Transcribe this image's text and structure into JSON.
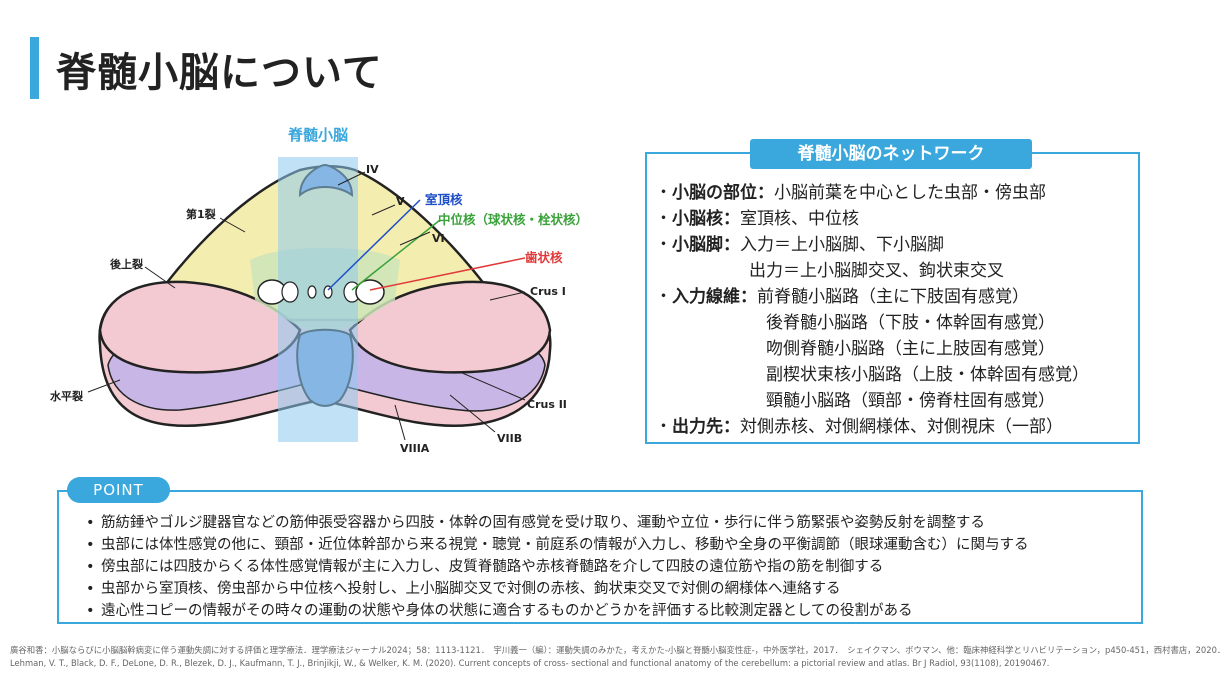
{
  "title": "脊髄小脳について",
  "diagram": {
    "band_label": "脊髄小脳",
    "labels": {
      "iv": "IV",
      "v": "V",
      "vi": "VI",
      "fissure1": "第1裂",
      "posterior_superior": "後上裂",
      "horizontal": "水平裂",
      "crus1": "Crus I",
      "crus2": "Crus II",
      "viiia": "VIIIA",
      "viib": "VIIB",
      "fastigial": "室頂核",
      "interposed": "中位核（球状核・栓状核）",
      "dentate": "歯状核"
    },
    "colors": {
      "band": "#8ec8ee",
      "fastigial": "#1f4fc8",
      "interposed": "#3aa23a",
      "dentate": "#e03a3a",
      "anterior_yellow": "#f4edb0",
      "green": "#cde4b8",
      "crus_pink": "#f3c9d2",
      "purple": "#c7b6e6",
      "blue_lobe": "#7d9fd8"
    }
  },
  "network": {
    "header": "脊髄小脳のネットワーク",
    "lines": [
      {
        "bullet": "・",
        "head": "小脳の部位：",
        "text": "小脳前葉を中心とした虫部・傍虫部"
      },
      {
        "bullet": "・",
        "head": "小脳核：",
        "text": "室頂核、中位核"
      },
      {
        "bullet": "・",
        "head": "小脳脚：",
        "text": "入力＝上小脳脚、下小脳脚"
      },
      {
        "bullet": "",
        "head": "",
        "text": "出力＝上小脳脚交叉、鉤状束交叉"
      },
      {
        "bullet": "・",
        "head": "入力線維：",
        "text": "前脊髄小脳路（主に下肢固有感覚）"
      },
      {
        "bullet": "",
        "head": "",
        "text": "後脊髄小脳路（下肢・体幹固有感覚）"
      },
      {
        "bullet": "",
        "head": "",
        "text": "吻側脊髄小脳路（主に上肢固有感覚）"
      },
      {
        "bullet": "",
        "head": "",
        "text": "副楔状束核小脳路（上肢・体幹固有感覚）"
      },
      {
        "bullet": "",
        "head": "",
        "text": "頸髄小脳路（頸部・傍脊柱固有感覚）"
      },
      {
        "bullet": "・",
        "head": "出力先：",
        "text": "対側赤核、対側網様体、対側視床（一部）"
      }
    ]
  },
  "point": {
    "label": "POINT",
    "items": [
      "筋紡錘やゴルジ腱器官などの筋伸張受容器から四肢・体幹の固有感覚を受け取り、運動や立位・歩行に伴う筋緊張や姿勢反射を調整する",
      "虫部には体性感覚の他に、頸部・近位体幹部から来る視覚・聴覚・前庭系の情報が入力し、移動や全身の平衡調節（眼球運動含む）に関与する",
      "傍虫部には四肢からくる体性感覚情報が主に入力し、皮質脊髄路や赤核脊髄路を介して四肢の遠位筋や指の筋を制御する",
      "虫部から室頂核、傍虫部から中位核へ投射し、上小脳脚交叉で対側の赤核、鉤状束交叉で対側の網様体へ連絡する",
      "遠心性コピーの情報がその時々の運動の状態や身体の状態に適合するものかどうかを評価する比較測定器としての役割がある"
    ]
  },
  "references": [
    "廣谷和香：小脳ならびに小脳脳幹病変に伴う運動失調に対する評価と理学療法．理学療法ジャーナル2024；58：1113-1121．　宇川義一（編）：運動失調のみかた，考えかた-小脳と脊髄小脳変性症-，中外医学社，2017．　シェイクマン、ボウマン、他：臨床神経科学とリハビリテーション，p450-451，西村書店，2020．",
    "Lehman, V. T., Black, D. F., DeLone, D. R., Blezek, D. J., Kaufmann, T. J., Brinjikji, W., & Welker, K. M. (2020). Current concepts of cross- sectional and functional anatomy of the cerebellum: a pictorial review and atlas. Br J Radiol, 93(1108), 20190467."
  ]
}
